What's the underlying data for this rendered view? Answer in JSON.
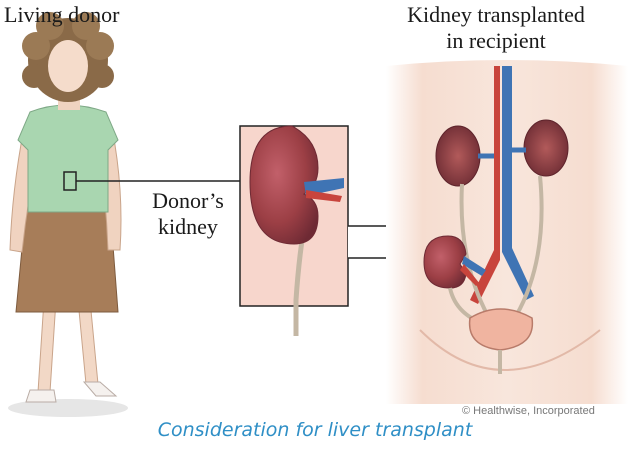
{
  "title_living_donor": "Living donor",
  "title_recipient": [
    "Kidney transplanted",
    "in recipient"
  ],
  "donor_kidney_label": [
    "Donor’s",
    "kidney"
  ],
  "credit": "© Healthwise, Incorporated",
  "caption": "Consideration for liver transplant",
  "colors": {
    "caption": "#2f8fc6",
    "kidney": "#9c3f45",
    "kidney_dark": "#6e2a34",
    "vein": "#3f74b4",
    "artery": "#c8443c",
    "skin": "#f3d9c8",
    "blouse": "#a9d6b0",
    "skirt": "#a77d59",
    "hair": "#8a6a48",
    "inset_bg": "#f7d6cc"
  }
}
